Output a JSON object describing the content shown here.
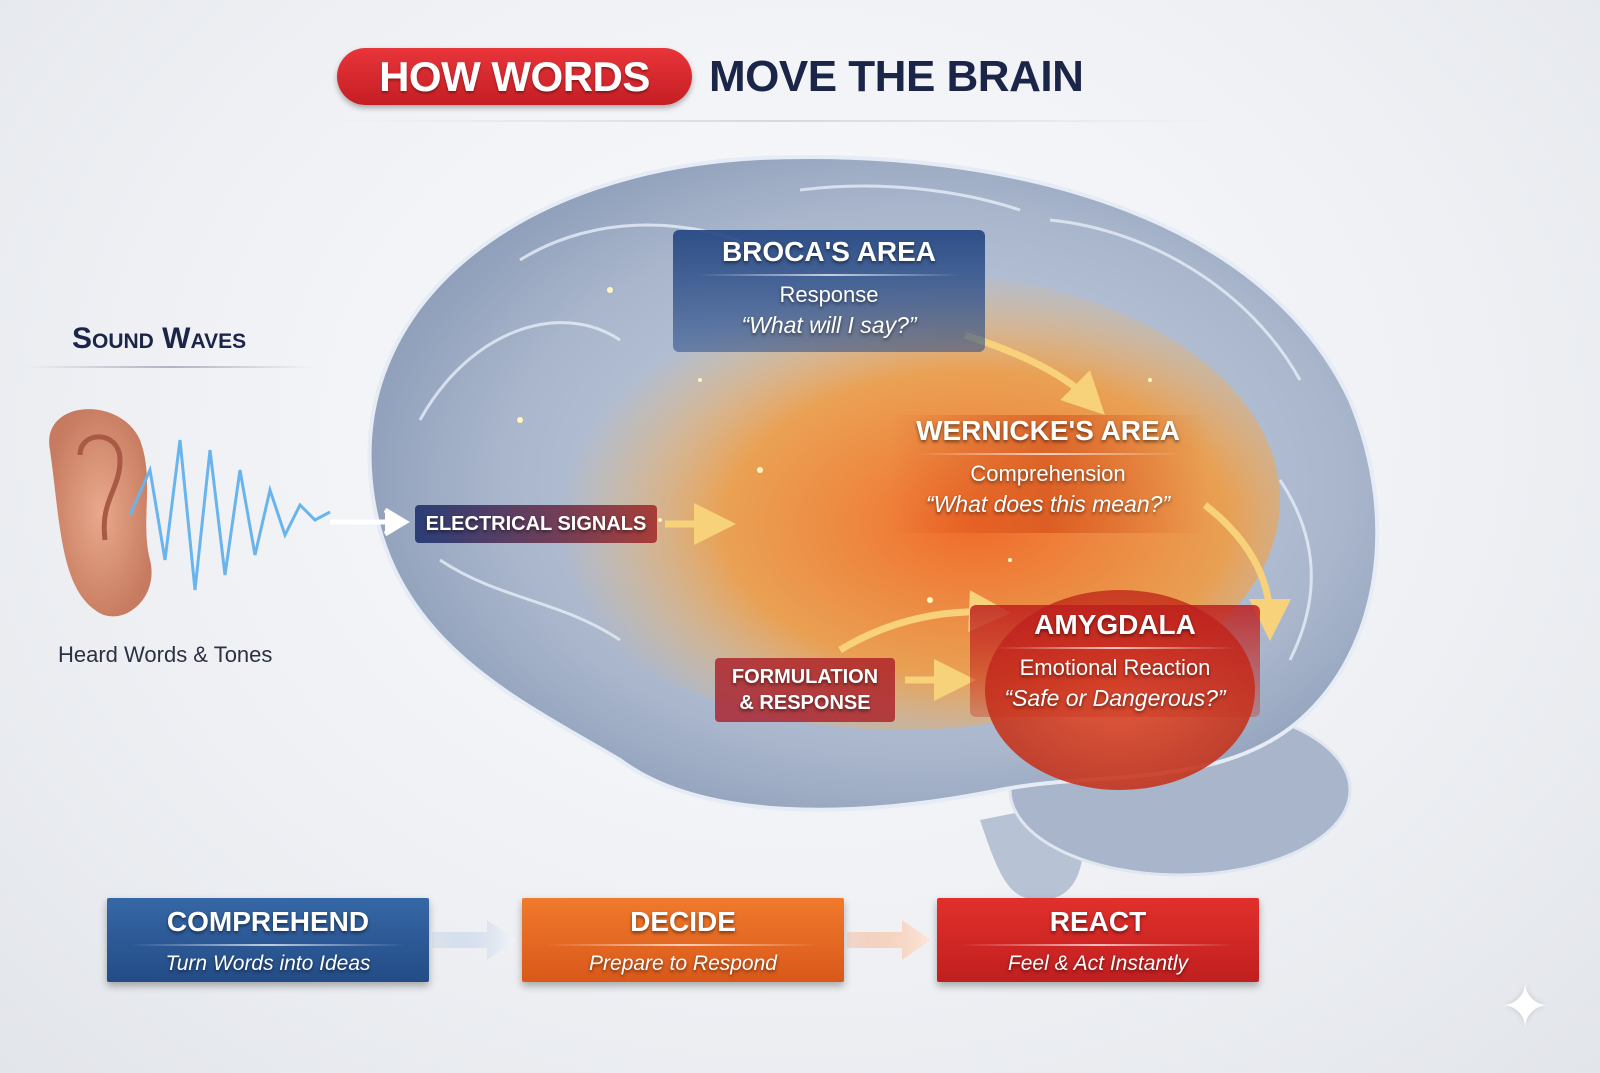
{
  "title": {
    "highlight": "HOW WORDS",
    "rest": "MOVE THE BRAIN"
  },
  "left_panel": {
    "heading": "Sound Waves",
    "caption": "Heard Words & Tones"
  },
  "brain_labels": {
    "electrical_signals": "ELECTRICAL SIGNALS",
    "broca": {
      "title": "BROCA'S AREA",
      "role": "Response",
      "question": "“What will I say?”"
    },
    "wernicke": {
      "title": "WERNICKE'S AREA",
      "role": "Comprehension",
      "question": "“What does this mean?”"
    },
    "amygdala": {
      "title": "AMYGDALA",
      "role": "Emotional Reaction",
      "question": "“Safe or Dangerous?”"
    },
    "formulation": {
      "line1": "FORMULATION",
      "line2": "& RESPONSE"
    }
  },
  "steps": [
    {
      "title": "COMPREHEND",
      "subtitle": "Turn Words into Ideas",
      "color": "#2b5795"
    },
    {
      "title": "DECIDE",
      "subtitle": "Prepare to Respond",
      "color": "#e8692a"
    },
    {
      "title": "REACT",
      "subtitle": "Feel & Act Instantly",
      "color": "#d42a27"
    }
  ],
  "icons": [
    "ear-icon",
    "sound-wave-icon",
    "arrow-icon",
    "sparkle-icon"
  ]
}
